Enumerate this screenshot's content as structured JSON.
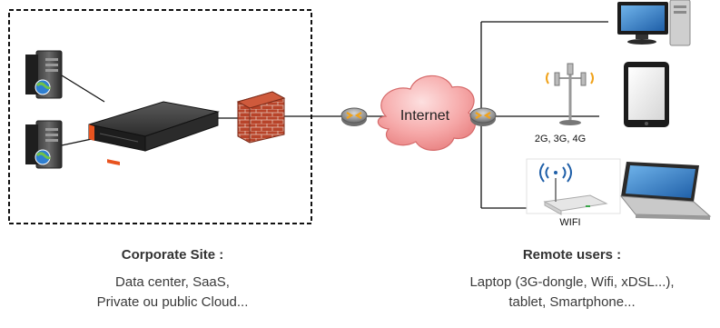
{
  "diagram": {
    "internet_label": "Internet",
    "mobile_label": "2G, 3G, 4G",
    "wifi_label": "WIFI"
  },
  "corporate": {
    "title": "Corporate Site :",
    "line1": "Data center, SaaS,",
    "line2": "Private ou public Cloud..."
  },
  "remote": {
    "title": "Remote users :",
    "line1": "Laptop (3G-dongle, Wifi, xDSL...),",
    "line2": "tablet, Smartphone..."
  },
  "colors": {
    "cloud": "#f4a3a3",
    "cloud_edge": "#d66a6a",
    "router": "#8b8b8b",
    "router_arrows": "#f0a21a",
    "appliance_accent": "#e8531f",
    "firewall": "#b8442a"
  }
}
